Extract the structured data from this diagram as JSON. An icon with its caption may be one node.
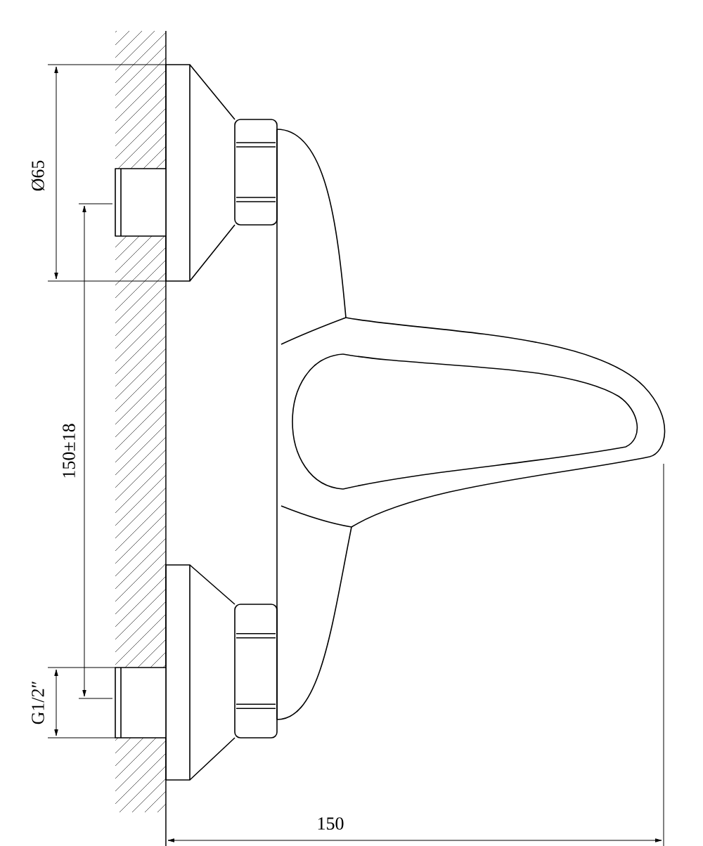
{
  "diagram": {
    "labels": [
      "Ø65",
      "150±18",
      "G1/2″",
      "150"
    ]
  }
}
